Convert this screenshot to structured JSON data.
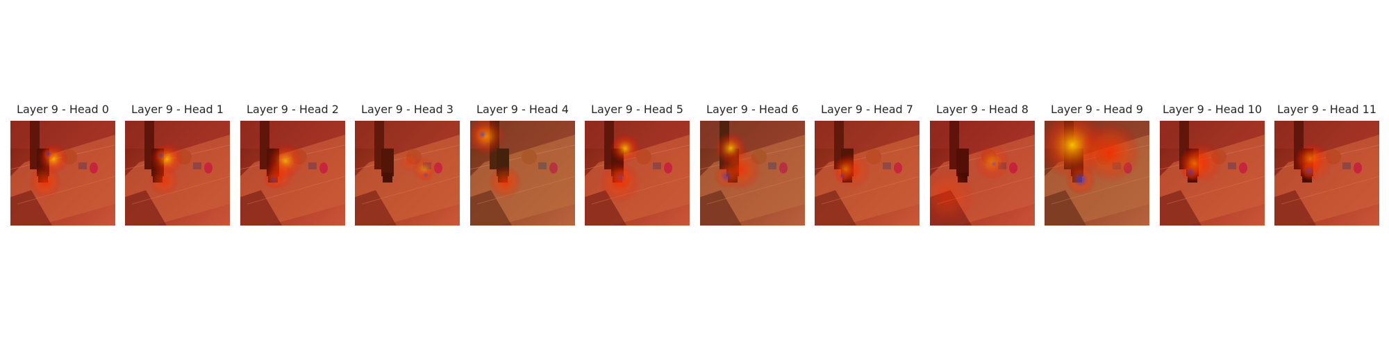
{
  "figure": {
    "panels": [
      {
        "title": "Layer 9 - Head 0",
        "hotspots": [
          {
            "color": "#ffdd00",
            "strength": 0.9
          },
          {
            "color": "#2244ff",
            "strength": 0.7
          },
          {
            "color": "#ff3300",
            "strength": 0.8
          }
        ]
      },
      {
        "title": "Layer 9 - Head 1",
        "hotspots": [
          {
            "color": "#ffdd00",
            "strength": 0.9
          },
          {
            "color": "#2244ff",
            "strength": 0.6
          },
          {
            "color": "#ff3300",
            "strength": 0.7
          }
        ]
      },
      {
        "title": "Layer 9 - Head 2",
        "hotspots": [
          {
            "color": "#ffdd00",
            "strength": 0.8
          },
          {
            "color": "#2244ff",
            "strength": 0.7
          },
          {
            "color": "#ff3300",
            "strength": 0.7
          }
        ]
      },
      {
        "title": "Layer 9 - Head 3",
        "hotspots": [
          {
            "color": "#ffdd00",
            "strength": 0.5
          },
          {
            "color": "#2244ff",
            "strength": 0.6
          },
          {
            "color": "#ff3300",
            "strength": 0.4
          }
        ]
      },
      {
        "title": "Layer 9 - Head 4",
        "hotspots": [
          {
            "color": "#ffdd00",
            "strength": 0.9
          },
          {
            "color": "#2244ff",
            "strength": 0.7
          },
          {
            "color": "#ff3300",
            "strength": 0.8
          }
        ]
      },
      {
        "title": "Layer 9 - Head 5",
        "hotspots": [
          {
            "color": "#ffdd00",
            "strength": 0.9
          },
          {
            "color": "#2244ff",
            "strength": 0.8
          },
          {
            "color": "#ff3300",
            "strength": 0.7
          }
        ]
      },
      {
        "title": "Layer 9 - Head 6",
        "hotspots": [
          {
            "color": "#ffdd00",
            "strength": 0.9
          },
          {
            "color": "#2244ff",
            "strength": 0.7
          },
          {
            "color": "#ff3300",
            "strength": 0.8
          }
        ]
      },
      {
        "title": "Layer 9 - Head 7",
        "hotspots": [
          {
            "color": "#ffdd00",
            "strength": 0.7
          },
          {
            "color": "#2244ff",
            "strength": 0.7
          },
          {
            "color": "#ff3300",
            "strength": 0.6
          }
        ]
      },
      {
        "title": "Layer 9 - Head 8",
        "hotspots": [
          {
            "color": "#ffdd00",
            "strength": 0.6
          },
          {
            "color": "#2244ff",
            "strength": 0.6
          },
          {
            "color": "#ff3300",
            "strength": 0.5
          }
        ]
      },
      {
        "title": "Layer 9 - Head 9",
        "hotspots": [
          {
            "color": "#ffdd00",
            "strength": 1.0
          },
          {
            "color": "#2244ff",
            "strength": 0.9
          },
          {
            "color": "#ff3300",
            "strength": 0.9
          }
        ]
      },
      {
        "title": "Layer 9 - Head 10",
        "hotspots": [
          {
            "color": "#ffdd00",
            "strength": 0.8
          },
          {
            "color": "#2244ff",
            "strength": 0.8
          },
          {
            "color": "#ff3300",
            "strength": 0.7
          }
        ]
      },
      {
        "title": "Layer 9 - Head 11",
        "hotspots": [
          {
            "color": "#ffdd00",
            "strength": 0.8
          },
          {
            "color": "#2244ff",
            "strength": 0.8
          },
          {
            "color": "#ff3300",
            "strength": 0.6
          }
        ]
      }
    ]
  }
}
